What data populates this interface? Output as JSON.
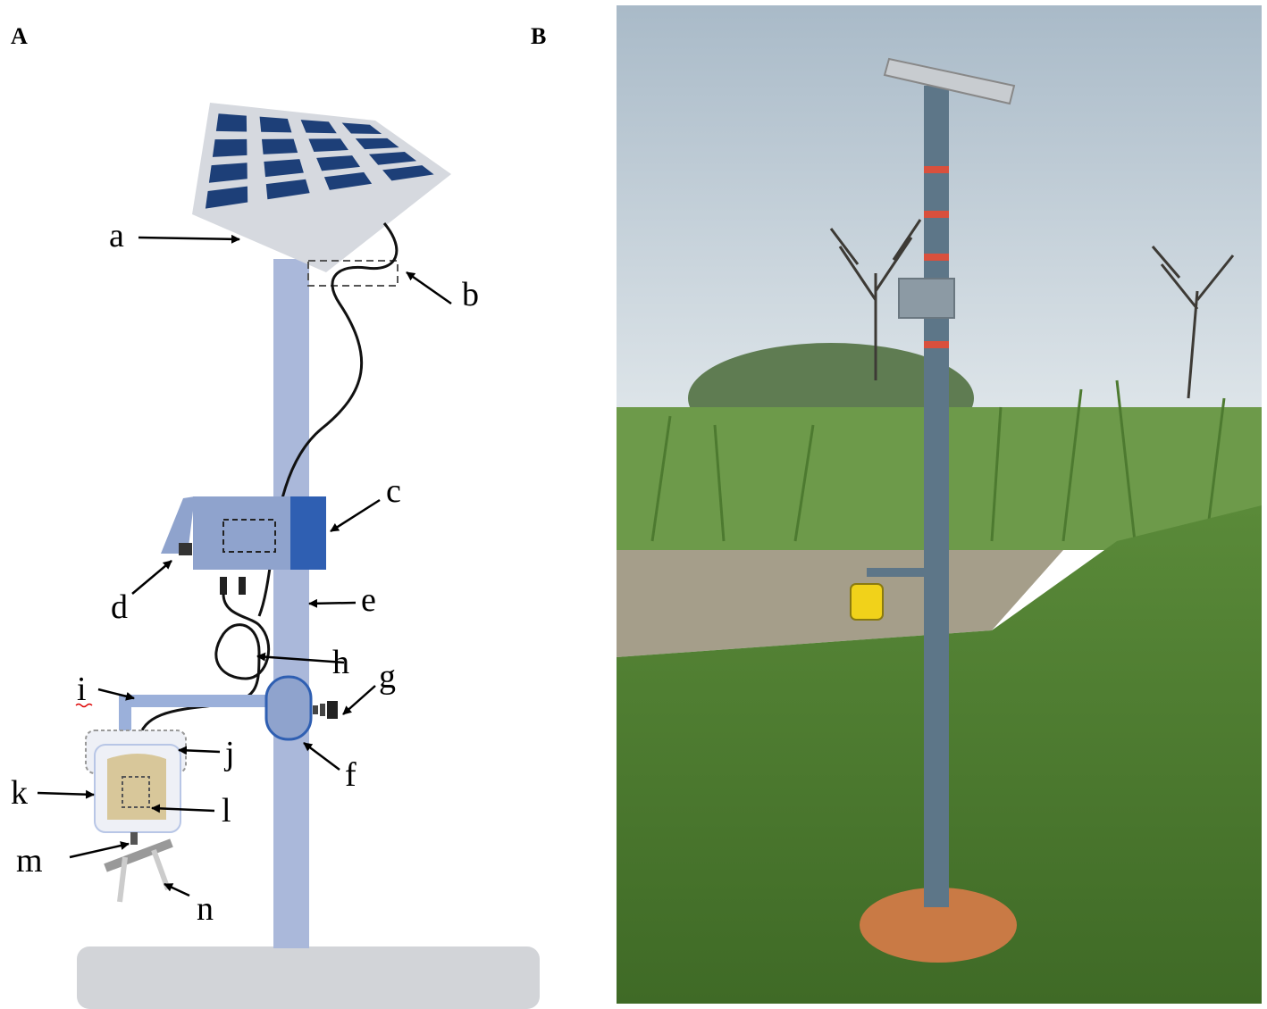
{
  "panels": {
    "a": {
      "letter": "A"
    },
    "b": {
      "letter": "B"
    }
  },
  "diagram": {
    "labels": {
      "a": "a",
      "b": "b",
      "c": "c",
      "d": "d",
      "e": "e",
      "f": "f",
      "g": "g",
      "h": "h",
      "i": "i",
      "j": "j",
      "k": "k",
      "l": "l",
      "m": "m",
      "n": "n"
    },
    "colors": {
      "pole": "#aab8da",
      "ground": "#d2d4d8",
      "panel_cell": "#1d3f78",
      "box": "#8fa3cd",
      "box_side": "#2f5fb2",
      "trap_bucket": "#d8c79a",
      "arm": "#9bb0da"
    }
  },
  "photo": {
    "colors": {
      "sky": "#c5d1da",
      "grass": "#4f7d33",
      "soil": "#c97a45",
      "pole": "#5d7688",
      "trap": "#f1d21a"
    }
  }
}
